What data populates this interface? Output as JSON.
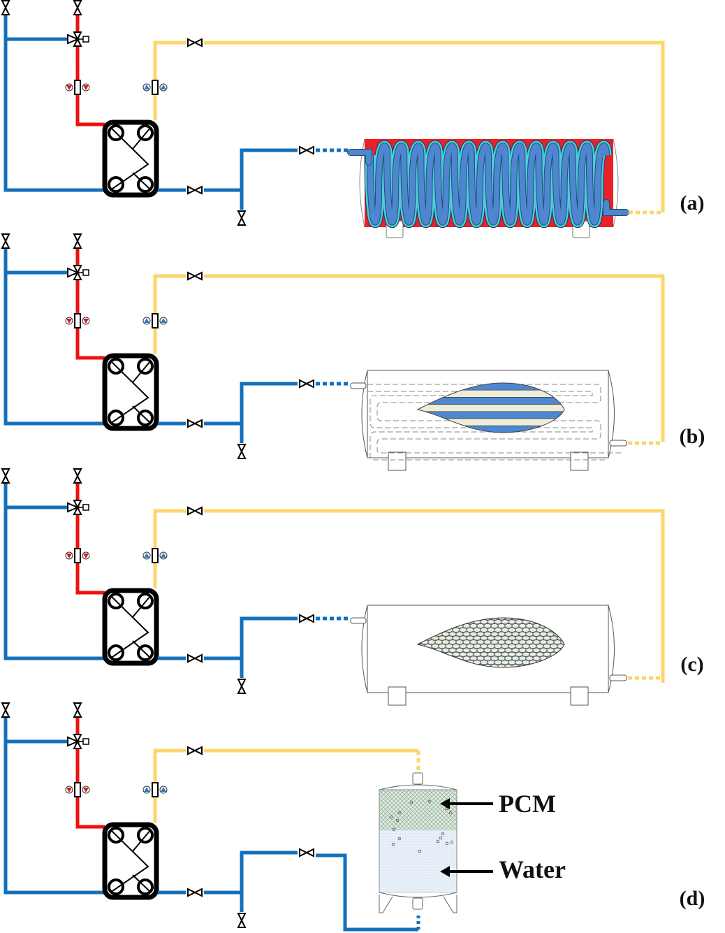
{
  "figure": {
    "title": "Heat exchanger loop with thermal storage tank configurations",
    "colors": {
      "cold_pipe": "#1170BD",
      "hot_pipe": "#EE1111",
      "warm_pipe": "#FBD66A",
      "outline": "#000000",
      "tank_red": "#E8202A",
      "coil_blue": "#4F86D0",
      "coil_cyan": "#4FCBD8",
      "pcm_cream": "#EDEDD8",
      "pcm_blue": "#4F86D0",
      "water_blue": "#C8DCF0",
      "pcm_mesh": "#D5E4D8"
    },
    "panels": [
      {
        "id": "a",
        "label": "(a)",
        "tank": "coil-tank",
        "description": "Tank with helical coil"
      },
      {
        "id": "b",
        "label": "(b)",
        "tank": "serpentine-pcm-slabs",
        "description": "Tank with serpentine coil and PCM slabs"
      },
      {
        "id": "c",
        "label": "(c)",
        "tank": "encapsulated-pcm-spheres",
        "description": "Tank with encapsulated PCM"
      },
      {
        "id": "d",
        "label": "(d)",
        "tank": "vertical-pcm-water",
        "description": "Vertical tank with PCM and water layers"
      }
    ],
    "annotations": {
      "pcm": "PCM",
      "water": "Water"
    }
  }
}
